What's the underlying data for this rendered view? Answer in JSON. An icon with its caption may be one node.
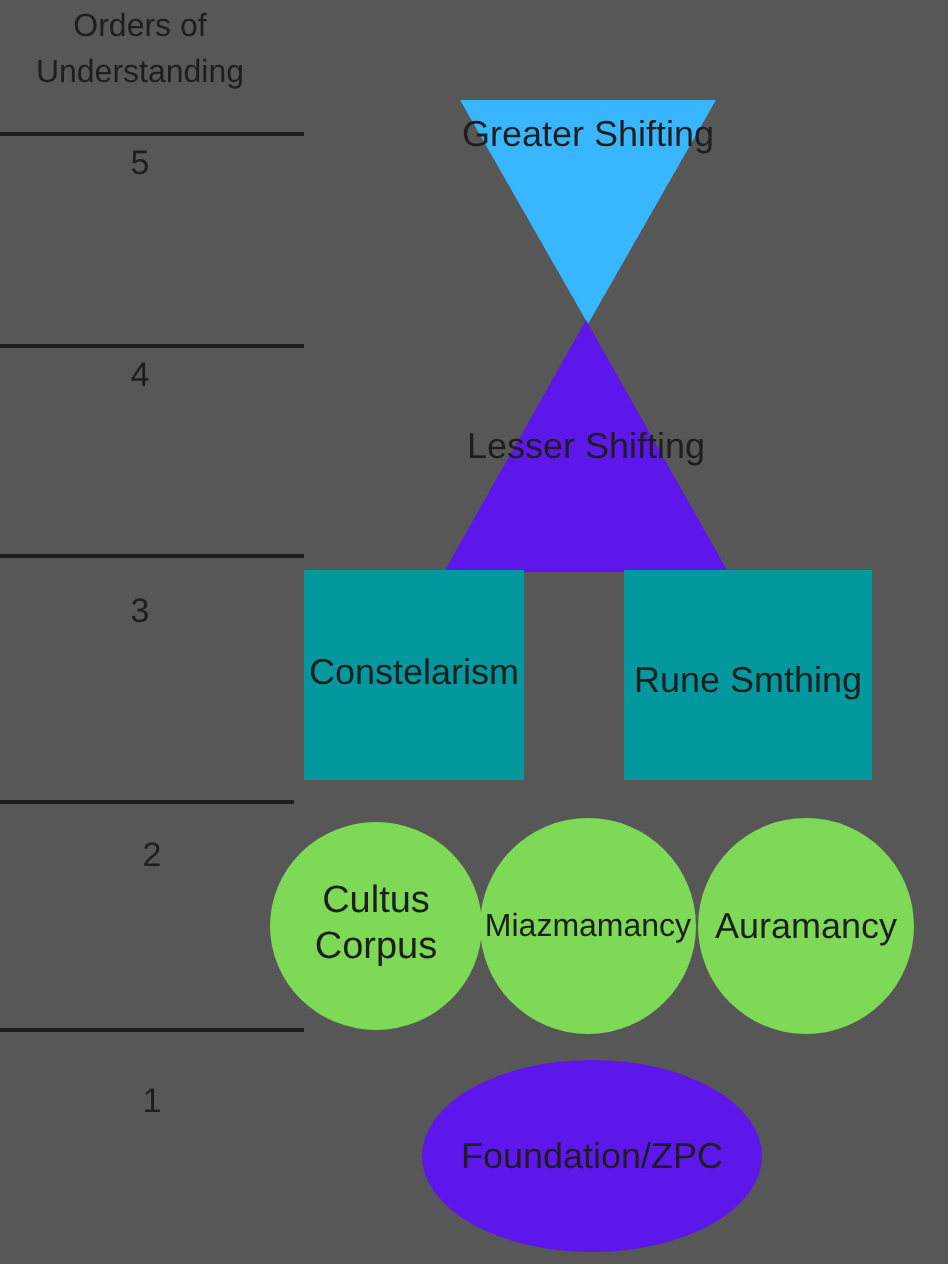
{
  "diagram": {
    "nodes": [
      {
        "text": [
          "Greater Shifting"
        ]
      },
      {
        "text": [
          "Lesser Shifting"
        ]
      },
      {
        "text": [
          "Constelarism"
        ]
      },
      {
        "text": [
          "Rune Smthing"
        ]
      },
      {
        "text": [
          "Cultus Corpus"
        ]
      },
      {
        "text": [
          "Miazmamancy"
        ]
      },
      {
        "text": [
          "Auramancy"
        ]
      },
      {
        "text": [
          "Foundation/ZPC"
        ]
      }
    ],
    "edges": [],
    "labels": [
      "Orders of Understanding",
      "5",
      "4",
      "3",
      "2",
      "1"
    ]
  }
}
